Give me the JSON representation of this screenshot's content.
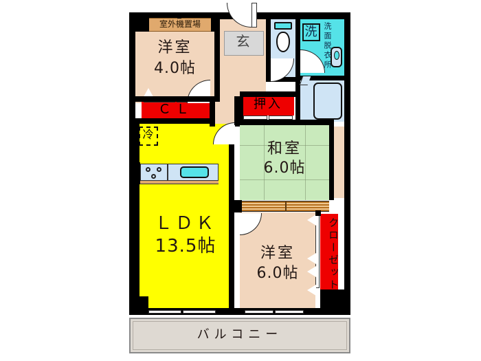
{
  "plan": {
    "title": "間取り図",
    "rooms": [
      {
        "id": "outdoor_unit",
        "label": "室外機置場",
        "size": "",
        "type": "utility"
      },
      {
        "id": "washitsu_yoshitsu_top",
        "label": "洋室",
        "size": "4.0帖",
        "type": "western-room"
      },
      {
        "id": "genkan",
        "label": "玄",
        "size": "",
        "type": "entrance"
      },
      {
        "id": "toilet",
        "label": "",
        "size": "",
        "type": "toilet"
      },
      {
        "id": "washer",
        "label": "洗",
        "size": "",
        "type": "washer-space"
      },
      {
        "id": "senmen",
        "label": "洗面脱衣所",
        "size": "",
        "type": "vanity"
      },
      {
        "id": "bath",
        "label": "",
        "size": "",
        "type": "bath"
      },
      {
        "id": "closet_cl",
        "label": "ＣＬ",
        "size": "",
        "type": "closet"
      },
      {
        "id": "oshiire",
        "label": "押入",
        "size": "",
        "type": "japanese-closet"
      },
      {
        "id": "ldk",
        "label": "ＬＤＫ",
        "size": "13.5帖",
        "type": "ldk"
      },
      {
        "id": "washitsu",
        "label": "和室",
        "size": "6.0帖",
        "type": "japanese-room"
      },
      {
        "id": "yoshitsu_bottom",
        "label": "洋室",
        "size": "6.0帖",
        "type": "western-room"
      },
      {
        "id": "closet_kurozetto",
        "label": "クローゼット",
        "size": "",
        "type": "closet"
      },
      {
        "id": "balcony",
        "label": "バルコニー",
        "size": "",
        "type": "balcony"
      },
      {
        "id": "fridge",
        "label": "冷",
        "size": "",
        "type": "appliance-space"
      }
    ],
    "labels": {
      "outdoor_unit": "室外機置場",
      "yoshitsu_top_name": "洋室",
      "yoshitsu_top_size": "4.0帖",
      "genkan": "玄",
      "washer": "洗",
      "senmen": "洗面脱衣所",
      "cl": "ＣＬ",
      "oshiire": "押入",
      "fridge": "冷",
      "ldk_name": "ＬＤＫ",
      "ldk_size": "13.5帖",
      "washitsu_name": "和室",
      "washitsu_size": "6.0帖",
      "yoshitsu_bottom_name": "洋室",
      "yoshitsu_bottom_size": "6.0帖",
      "kurozetto": "クローゼット",
      "balcony": "バルコニー"
    },
    "colors": {
      "wall": "#000000",
      "ldk_fill": "#ffff00",
      "room_fill": "#f2d6bd",
      "tatami_fill": "#c9eabc",
      "closet_accent": "#ee0000",
      "water_fill": "#cfe4f5",
      "vanity_fill": "#55e2e8",
      "balcony_fill": "#ded9d2",
      "genkan_fill": "#d8d8d8",
      "outdoor_unit_fill": "#e0a96d"
    }
  }
}
